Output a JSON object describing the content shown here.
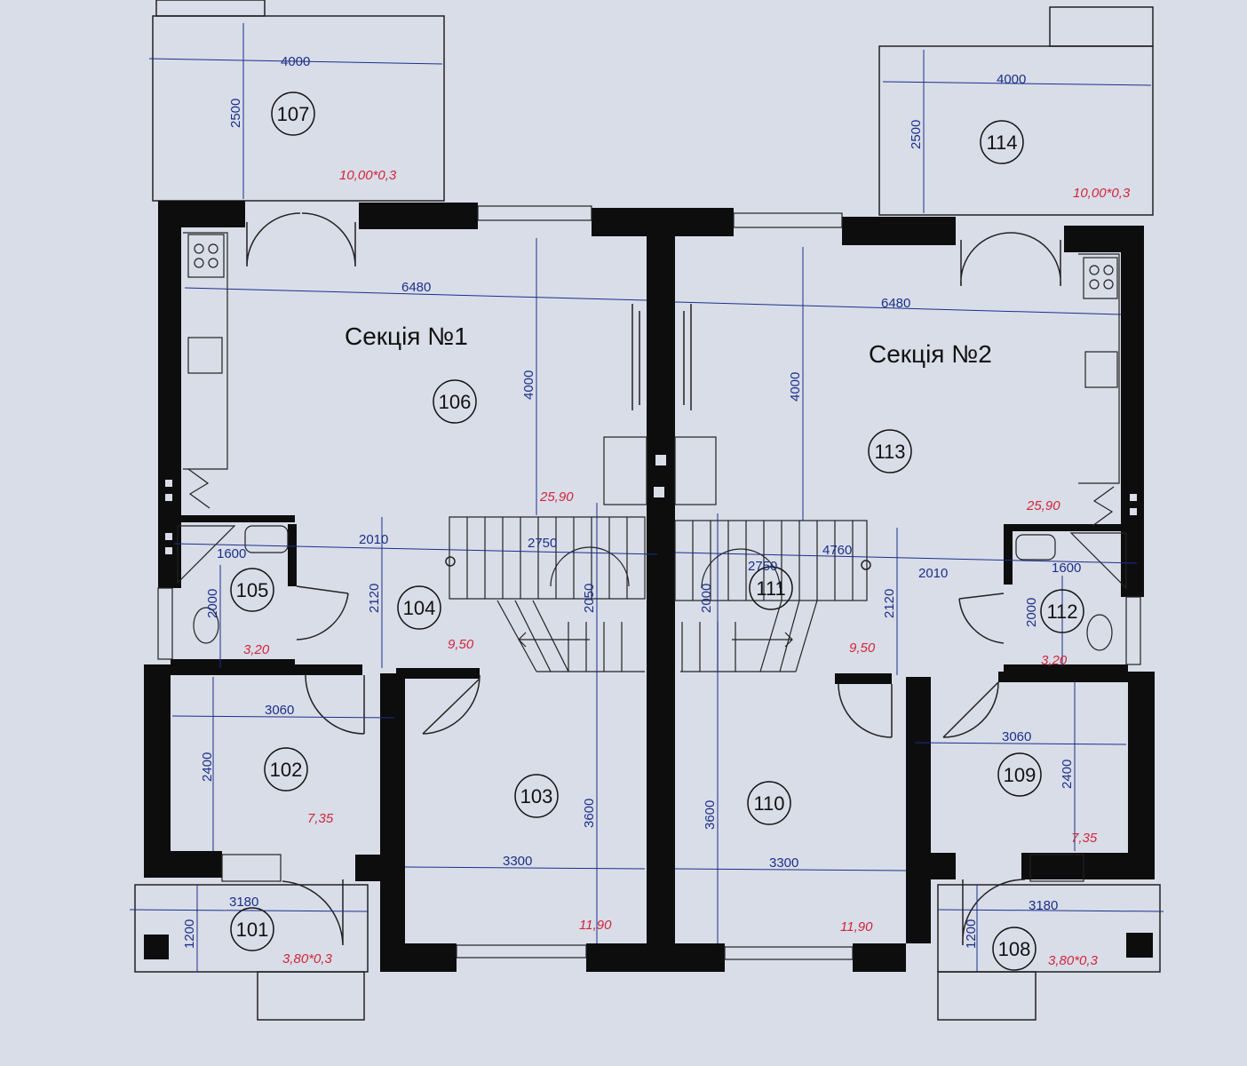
{
  "sections": {
    "s1": "Секція №1",
    "s2": "Секція №2"
  },
  "rooms": {
    "r101": "101",
    "r102": "102",
    "r103": "103",
    "r104": "104",
    "r105": "105",
    "r106": "106",
    "r107": "107",
    "r108": "108",
    "r109": "109",
    "r110": "110",
    "r111": "111",
    "r112": "112",
    "r113": "113",
    "r114": "114"
  },
  "areas": {
    "a107": "10,00*0,3",
    "a114": "10,00*0,3",
    "a106": "25,90",
    "a113": "25,90",
    "a105": "3,20",
    "a112": "3,20",
    "a104": "9,50",
    "a111": "9,50",
    "a102": "7,35",
    "a109": "7,35",
    "a103": "11,90",
    "a110": "11,90",
    "a101": "3,80*0,3",
    "a108": "3,80*0,3"
  },
  "dims": {
    "d4000a": "4000",
    "d2500a": "2500",
    "d4000b": "4000",
    "d2500b": "2500",
    "d6480a": "6480",
    "d6480b": "6480",
    "d4000c": "4000",
    "d4000d": "4000",
    "d2010a": "2010",
    "d1600a": "1600",
    "d2000a": "2000",
    "d2120a": "2120",
    "d2750a": "2750",
    "d2050a": "2050",
    "d2010b": "2010",
    "d1600b": "1600",
    "d2000b": "2000",
    "d2120b": "2120",
    "d2750b": "2750",
    "d2000c": "2000",
    "d4760": "4760",
    "d3060a": "3060",
    "d2400a": "2400",
    "d3300a": "3300",
    "d3600a": "3600",
    "d3060b": "3060",
    "d2400b": "2400",
    "d3300b": "3300",
    "d3600b": "3600",
    "d3180a": "3180",
    "d1200a": "1200",
    "d3180b": "3180",
    "d1200b": "1200"
  },
  "colors": {
    "wall": "#0d0d0d",
    "line": "#222222",
    "dimension": "#1b2f8a",
    "area": "#d0263a",
    "paper": "#d9dde8"
  }
}
